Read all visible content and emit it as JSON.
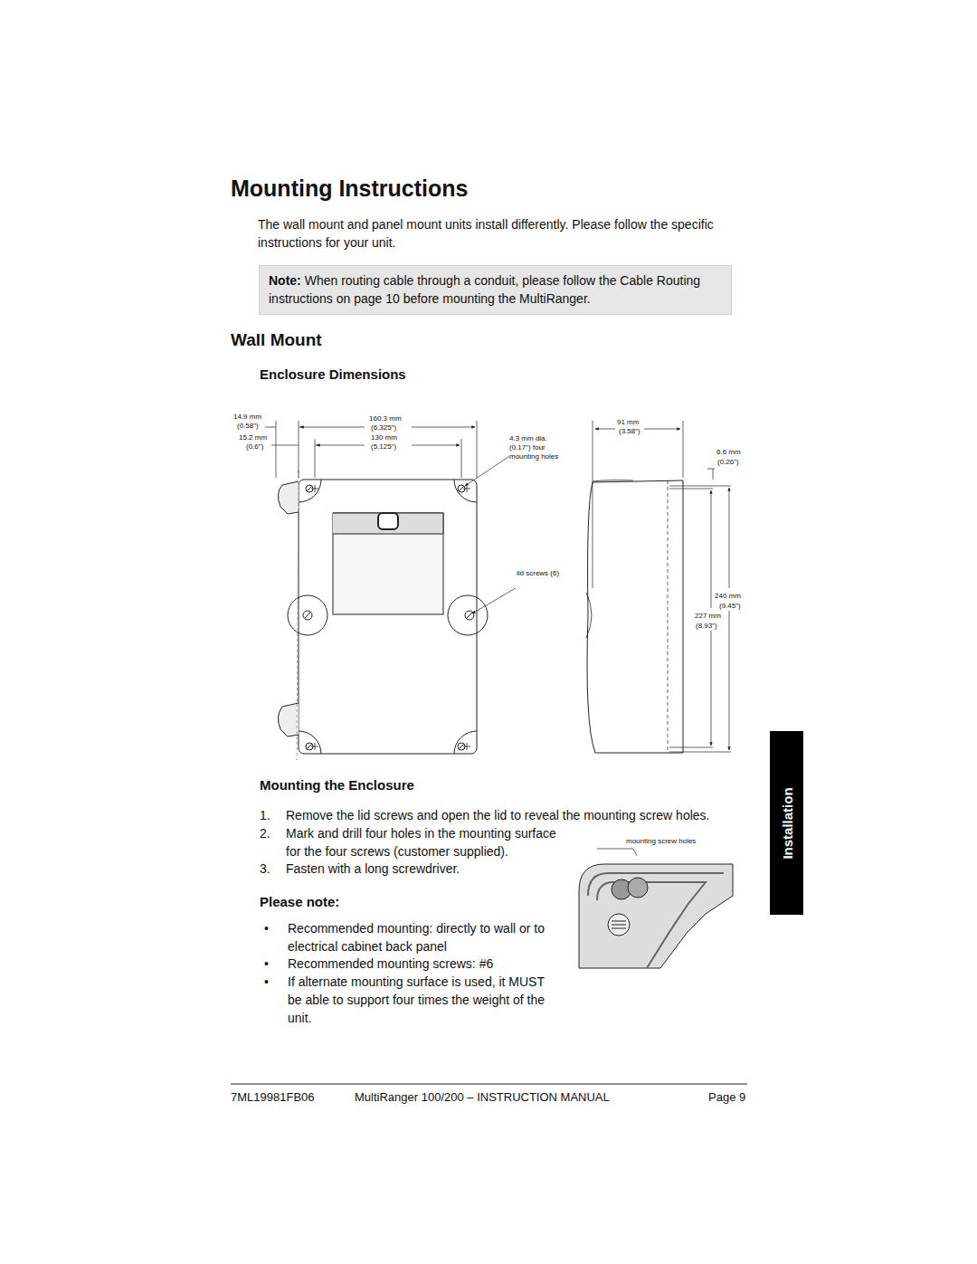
{
  "diagram": {
    "title": "Mounting Instructions",
    "nodes": [
      {
        "text": [
          "Note:",
          "When routing cable through a conduit, please follow the Cable Routing instructions on page 10 before mounting the MultiRanger."
        ]
      },
      {
        "text": [
          "Installation"
        ]
      }
    ],
    "edges": [],
    "labels": [
      "The wall mount and panel mount units install differently. Please follow the specific instructions for your unit.",
      "Wall Mount",
      "Enclosure Dimensions",
      "14.9 mm",
      "(0.58\")",
      "15.2 mm",
      "(0.6\")",
      "160.3 mm",
      "(6.325\")",
      "130 mm",
      "(5.125\")",
      "4.3 mm dia. (0.17\") four mounting holes",
      "lid screws (6)",
      "91 mm",
      "(3.58\")",
      "6.6 mm",
      "(0.26\")",
      "240 mm",
      "(9.45\")",
      "227 mm",
      "(8.93\")",
      "Mounting the Enclosure",
      "1.",
      "Remove the lid screws and open the lid to reveal the mounting screw holes.",
      "2.",
      "Mark and drill four holes in the mounting surface for the four screws (customer supplied).",
      "3.",
      "Fasten with a long screwdriver.",
      "mounting screw holes",
      "Please note:",
      "•",
      "Recommended mounting: directly to wall or to electrical cabinet back panel",
      "•",
      "Recommended mounting screws: #6",
      "•",
      "If alternate mounting surface is used, it MUST be able to support four times the weight of the unit.",
      "7ML19981FB06",
      "MultiRanger 100/200 – INSTRUCTION MANUAL",
      "Page 9"
    ]
  }
}
